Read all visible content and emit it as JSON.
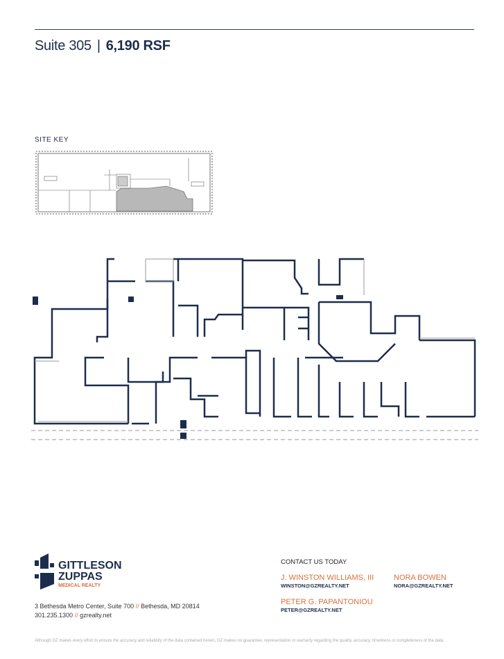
{
  "header": {
    "suite": "Suite 305",
    "area": "6,190 RSF"
  },
  "site_key": {
    "label": "SITE KEY"
  },
  "company": {
    "name_line1": "GITTLESON",
    "name_line2": "ZUPPAS",
    "tagline": "MEDICAL REALTY",
    "address": "3 Bethesda Metro Center, Suite 700",
    "city": "Bethesda, MD 20814",
    "phone": "301.235.1300",
    "website": "gzrealty.net",
    "separator": "//"
  },
  "contact": {
    "heading": "CONTACT US TODAY",
    "people": [
      {
        "name": "J. WINSTON WILLIAMS, III",
        "email": "WINSTON@GZREALTY.NET"
      },
      {
        "name": "NORA BOWEN",
        "email": "NORA@GZREALTY.NET"
      },
      {
        "name": "PETER G. PAPANTONIOU",
        "email": "PETER@GZREALTY.NET"
      }
    ]
  },
  "disclaimer": "Although GZ makes every effort to ensure the accuracy and reliability of the data contained herein, GZ makes no guarantee, representation or warranty regarding the quality, accuracy, timeliness or completeness of the data.",
  "colors": {
    "navy": "#1c2d4c",
    "orange": "#d9703c",
    "highlight": "#b8b8b8"
  }
}
